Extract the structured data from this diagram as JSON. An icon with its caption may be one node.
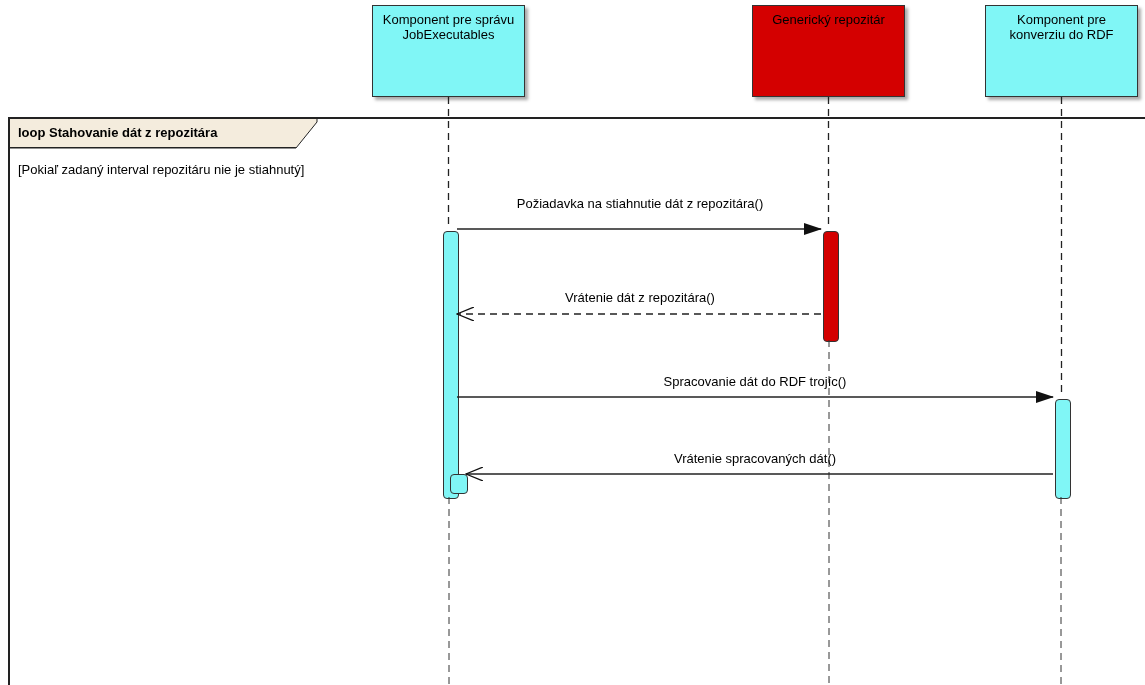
{
  "diagram": {
    "nodes": [
      {
        "text": [
          "Komponent pre správu JobExecutables"
        ]
      },
      {
        "text": [
          "Generický repozitár"
        ]
      },
      {
        "text": [
          "Komponent pre konverziu do RDF"
        ]
      },
      {
        "text": [
          "loop Stahovanie dát z repozitára",
          "[Pokiaľ zadaný interval repozitáru nie je stiahnutý]"
        ]
      },
      {
        "text": [],
        "shape": "bar",
        "in": 3
      },
      {
        "text": [],
        "shape": "bar",
        "in": 3
      },
      {
        "text": [],
        "shape": "bar",
        "in": 3
      },
      {
        "text": [],
        "shape": "bar",
        "in": 3
      }
    ],
    "edges": [
      {
        "from": 0,
        "to": 4,
        "arrow": "none",
        "style": "dashed"
      },
      {
        "from": 1,
        "to": 5,
        "arrow": "none",
        "style": "dashed"
      },
      {
        "from": 2,
        "to": 6,
        "arrow": "none",
        "style": "dashed"
      },
      {
        "from": 4,
        "to": 5,
        "arrow": "to",
        "label": "Požiadavka na stiahnutie dát z repozitára()"
      },
      {
        "from": 5,
        "to": 4,
        "arrow": "to",
        "style": "dashed",
        "label": "Vrátenie dát z repozitára()"
      },
      {
        "from": 4,
        "to": 6,
        "arrow": "to",
        "label": "Spracovanie dát do RDF trojíc()"
      },
      {
        "from": 6,
        "to": 7,
        "arrow": "to",
        "label": "Vrátenie spracovaných dát()"
      }
    ]
  }
}
